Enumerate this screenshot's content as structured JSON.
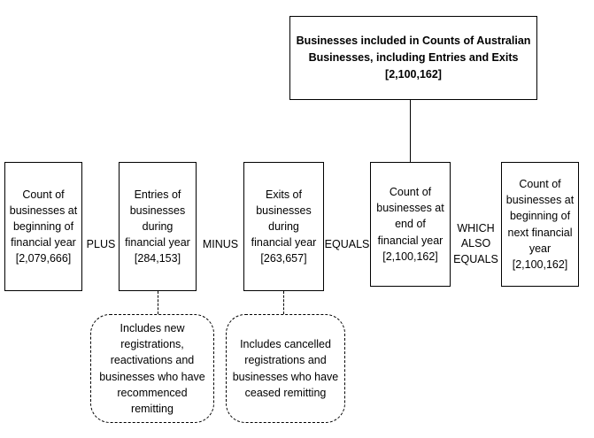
{
  "diagram": {
    "title": "Businesses included in Counts of Australian Businesses, including Entries and Exits",
    "top_box": {
      "label": "Businesses included in Counts of Australian Businesses, including Entries and Exits\n[2,100,162]",
      "value": "[2,100,162]"
    },
    "boxes": [
      {
        "id": "beginning-of-financial-year",
        "label": "Count of businesses at beginning of financial year\n[2,079,666]",
        "value": "[2,079,666]"
      },
      {
        "id": "entries-during-financial-year",
        "label": "Entries of businesses during financial year\n[284,153]",
        "value": "[284,153]"
      },
      {
        "id": "exits-during-financial-year",
        "label": "Exits of businesses during financial year\n[263,657]",
        "value": "[263,657]"
      },
      {
        "id": "end-of-financial-year",
        "label": "Count of businesses at end of financial year\n[2,100,162]",
        "value": "[2,100,162]"
      },
      {
        "id": "beginning-of-next-financial-year",
        "label": "Count of businesses at beginning of next financial year\n[2,100,162]",
        "value": "[2,100,162]"
      }
    ],
    "operators": [
      {
        "id": "plus",
        "label": "PLUS"
      },
      {
        "id": "minus",
        "label": "MINUS"
      },
      {
        "id": "equals",
        "label": "EQUALS"
      },
      {
        "id": "which-also-equals",
        "label": "WHICH\nALSO\nEQUALS"
      }
    ],
    "notes": [
      {
        "id": "entries-note",
        "label": "Includes new registrations, reactivations and businesses who have recommenced remitting"
      },
      {
        "id": "exits-note",
        "label": "Includes cancelled registrations and businesses who have ceased remitting"
      }
    ],
    "colors": {
      "background": "#ffffff",
      "stroke": "#000000",
      "text": "#000000"
    }
  }
}
